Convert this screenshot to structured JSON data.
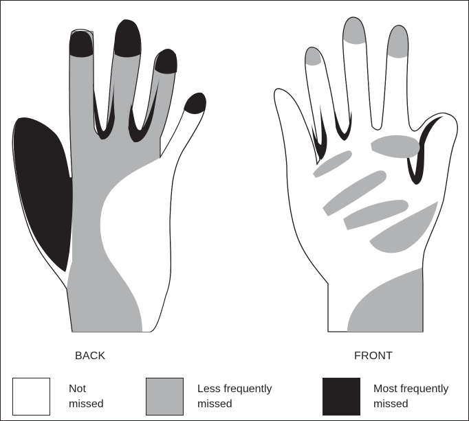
{
  "hands": [
    {
      "id": "back",
      "label": "BACK"
    },
    {
      "id": "front",
      "label": "FRONT"
    }
  ],
  "legend": [
    {
      "id": "not",
      "line1": "Not",
      "line2": "missed",
      "color": "#ffffff"
    },
    {
      "id": "less",
      "line1": "Less frequently",
      "line2": "missed",
      "color": "#b2b3b5"
    },
    {
      "id": "most",
      "line1": "Most frequently",
      "line2": "missed",
      "color": "#231f20"
    }
  ],
  "colors": {
    "outline": "#231f20",
    "not_missed": "#ffffff",
    "less_frequently_missed": "#b2b3b5",
    "most_frequently_missed": "#231f20"
  }
}
